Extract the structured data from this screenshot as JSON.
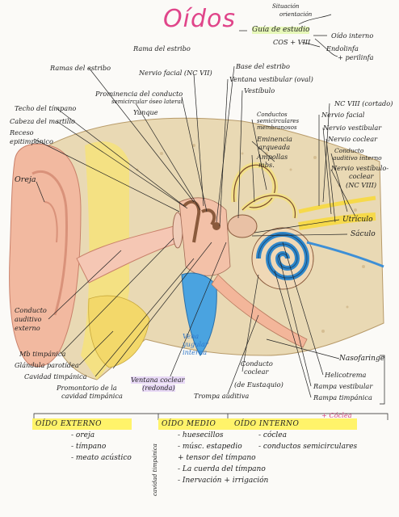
{
  "title": "Oídos",
  "header": {
    "situacion": "Situación",
    "orientacion": "orientación",
    "guia": "Guía de estudio",
    "cos": "COS + VIII",
    "oido_interno": "Oído interno",
    "endolinfa": "Endolinfa",
    "perilinfa": "+ perilinfa",
    "rama_estribo": "Rama del estribo"
  },
  "labels_left": {
    "ramas_estribo": "Ramas del estribo",
    "nervio_facial": "Nervio facial (NC VII)",
    "prominencia": "Prominencia del conducto",
    "prominencia2": "semicircular óseo lateral",
    "yunque": "Yunque",
    "techo": "Techo del tímpano",
    "cabeza": "Cabeza del martillo",
    "receso": "Receso",
    "receso2": "epitimpánico",
    "oreja": "Oreja",
    "conducto_aud": "Conducto",
    "conducto_aud2": "auditivo",
    "conducto_aud3": "externo",
    "mb_timpanica": "Mb timpánica",
    "glandula": "Glándula parotídea",
    "cavidad": "Cavidad timpánica",
    "promontorio": "Promontorio de la",
    "promontorio2": "cavidad timpánica",
    "vena": "Vena",
    "vena2": "yugular",
    "vena3": "interna",
    "ventana_coclear": "Ventana coclear",
    "ventana_coclear2": "(redonda)",
    "trompa": "Trompa auditiva",
    "eustaquio": "(de Eustaquio)",
    "conducto_coclear": "Conducto",
    "conducto_coclear2": "coclear"
  },
  "labels_right": {
    "base_estribo": "Base del estribo",
    "ventana_vestibular": "Ventana vestibular (oval)",
    "vestibulo": "Vestíbulo",
    "conductos_semi": "Conductos",
    "conductos_semi2": "semicirculares",
    "conductos_semi3": "membranosos",
    "eminencia": "Eminencia",
    "eminencia2": "arqueada",
    "ampollas": "Ampollas",
    "ampollas2": "mbs.",
    "nc_viii": "NC VIII (cortado)",
    "nervio_facial_r": "Nervio facial",
    "nervio_vestibular": "Nervio vestibular",
    "nervio_coclear": "Nervio coclear",
    "conducto_aud_int": "Conducto",
    "conducto_aud_int2": "auditivo interno",
    "vestibulococlear": "Nervio vestíbulo-",
    "vestibulococlear2": "coclear",
    "vestibulococlear3": "(NC VIII)",
    "utriculo": "Utrículo",
    "saculo": "Sáculo",
    "nasofaringe": "Nasofaringe",
    "helicotrema": "Helicotrema",
    "rampa_vest": "Rampa vestibular",
    "rampa_timp": "Rampa timpánica",
    "coclea": "+ Cóclea"
  },
  "summary": {
    "externo": {
      "head": "OÍDO EXTERNO",
      "items": [
        "- oreja",
        "- tímpano",
        "- meato acústico"
      ]
    },
    "medio": {
      "head": "OÍDO MEDIO",
      "items": [
        "- huesecillos",
        "- músc. estapedio",
        "+ tensor del tímpano",
        "- La cuerda del tímpano",
        "- Inervación + irrigación"
      ],
      "side": "cavidad timpánica"
    },
    "interno": {
      "head": "OÍDO INTERNO",
      "items": [
        "- cóclea",
        "- conductos semicirculares"
      ]
    }
  },
  "colors": {
    "title": "#e0458a",
    "highlight_yellow": "#fff36a",
    "highlight_purple": "#e8d9f6",
    "vein_blue": "#4aa3e0",
    "bone": "#e9d9b4",
    "skin": "#f2b9a0"
  }
}
